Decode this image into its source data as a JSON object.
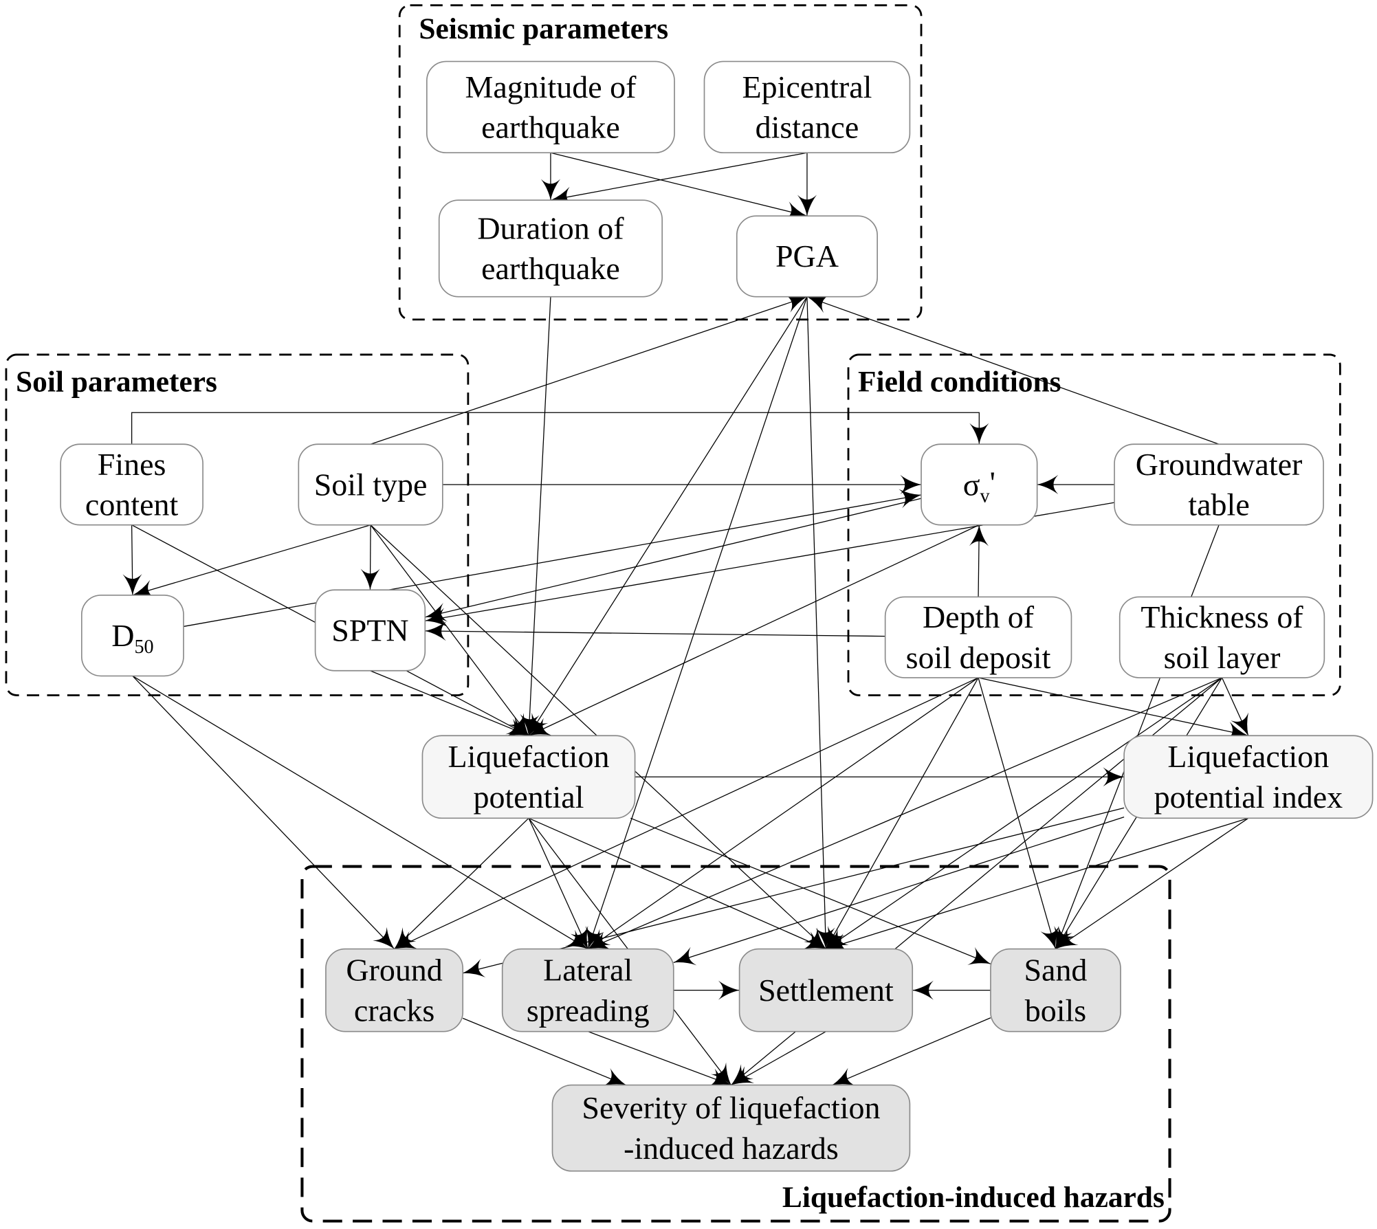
{
  "groups": [
    {
      "id": "seismic",
      "title": "Seismic parameters"
    },
    {
      "id": "soil",
      "title": "Soil parameters"
    },
    {
      "id": "field",
      "title": "Field conditions"
    },
    {
      "id": "hazards",
      "title": "Liquefaction-induced hazards"
    }
  ],
  "nodes": [
    {
      "id": "magnitude",
      "group": "seismic",
      "lines": [
        "Magnitude of",
        "earthquake"
      ],
      "style": "white"
    },
    {
      "id": "epicentral",
      "group": "seismic",
      "lines": [
        "Epicentral",
        "distance"
      ],
      "style": "white"
    },
    {
      "id": "duration",
      "group": "seismic",
      "lines": [
        "Duration of",
        "earthquake"
      ],
      "style": "white"
    },
    {
      "id": "pga",
      "group": "seismic",
      "lines": [
        "PGA"
      ],
      "style": "white"
    },
    {
      "id": "fines",
      "group": "soil",
      "lines": [
        "Fines",
        "content"
      ],
      "style": "white"
    },
    {
      "id": "soiltype",
      "group": "soil",
      "lines": [
        "Soil type"
      ],
      "style": "white"
    },
    {
      "id": "d50",
      "group": "soil",
      "lines": [
        "D"
      ],
      "sub": "50",
      "style": "white"
    },
    {
      "id": "sptn",
      "group": "soil",
      "lines": [
        "SPTN"
      ],
      "style": "white"
    },
    {
      "id": "sigma",
      "group": "field",
      "lines": [
        "σ"
      ],
      "sub": "v",
      "suffix": "'",
      "style": "white"
    },
    {
      "id": "groundwater",
      "group": "field",
      "lines": [
        "Groundwater",
        "table"
      ],
      "style": "white"
    },
    {
      "id": "depth",
      "group": "field",
      "lines": [
        "Depth of",
        "soil deposit"
      ],
      "style": "white"
    },
    {
      "id": "thickness",
      "group": "field",
      "lines": [
        "Thickness of",
        "soil layer"
      ],
      "style": "white"
    },
    {
      "id": "lp",
      "group": null,
      "lines": [
        "Liquefaction",
        "potential"
      ],
      "style": "light"
    },
    {
      "id": "lpi",
      "group": null,
      "lines": [
        "Liquefaction",
        "potential index"
      ],
      "style": "light"
    },
    {
      "id": "cracks",
      "group": "hazards",
      "lines": [
        "Ground",
        "cracks"
      ],
      "style": "grey"
    },
    {
      "id": "lateral",
      "group": "hazards",
      "lines": [
        "Lateral",
        "spreading"
      ],
      "style": "grey"
    },
    {
      "id": "settlement",
      "group": "hazards",
      "lines": [
        "Settlement"
      ],
      "style": "grey"
    },
    {
      "id": "sandboils",
      "group": "hazards",
      "lines": [
        "Sand",
        "boils"
      ],
      "style": "grey"
    },
    {
      "id": "severity",
      "group": "hazards",
      "lines": [
        "Severity of liquefaction",
        "-induced hazards"
      ],
      "style": "grey"
    }
  ],
  "edges": [
    [
      "magnitude",
      "duration"
    ],
    [
      "magnitude",
      "pga"
    ],
    [
      "epicentral",
      "duration"
    ],
    [
      "epicentral",
      "pga"
    ],
    [
      "soiltype",
      "pga"
    ],
    [
      "groundwater",
      "pga"
    ],
    [
      "fines",
      "sigma"
    ],
    [
      "fines",
      "d50"
    ],
    [
      "fines",
      "lp"
    ],
    [
      "soiltype",
      "sigma"
    ],
    [
      "soiltype",
      "sptn"
    ],
    [
      "soiltype",
      "d50"
    ],
    [
      "soiltype",
      "lp"
    ],
    [
      "soiltype",
      "settlement"
    ],
    [
      "d50",
      "sigma"
    ],
    [
      "d50",
      "cracks"
    ],
    [
      "d50",
      "lateral"
    ],
    [
      "sigma",
      "sptn"
    ],
    [
      "sigma",
      "lp"
    ],
    [
      "groundwater",
      "sigma"
    ],
    [
      "groundwater",
      "sptn"
    ],
    [
      "groundwater",
      "sandboils"
    ],
    [
      "depth",
      "sigma"
    ],
    [
      "depth",
      "sptn"
    ],
    [
      "depth",
      "lpi"
    ],
    [
      "depth",
      "cracks"
    ],
    [
      "depth",
      "lateral"
    ],
    [
      "depth",
      "settlement"
    ],
    [
      "depth",
      "sandboils"
    ],
    [
      "thickness",
      "lpi"
    ],
    [
      "thickness",
      "lateral"
    ],
    [
      "thickness",
      "settlement"
    ],
    [
      "thickness",
      "sandboils"
    ],
    [
      "thickness",
      "severity"
    ],
    [
      "duration",
      "lp"
    ],
    [
      "pga",
      "lp"
    ],
    [
      "pga",
      "lateral"
    ],
    [
      "pga",
      "settlement"
    ],
    [
      "sptn",
      "lp"
    ],
    [
      "lp",
      "lpi"
    ],
    [
      "lp",
      "cracks"
    ],
    [
      "lp",
      "lateral"
    ],
    [
      "lp",
      "settlement"
    ],
    [
      "lp",
      "sandboils"
    ],
    [
      "lp",
      "severity"
    ],
    [
      "lpi",
      "cracks"
    ],
    [
      "lpi",
      "lateral"
    ],
    [
      "lpi",
      "settlement"
    ],
    [
      "lpi",
      "sandboils"
    ],
    [
      "lateral",
      "settlement"
    ],
    [
      "sandboils",
      "settlement"
    ],
    [
      "cracks",
      "severity"
    ],
    [
      "lateral",
      "severity"
    ],
    [
      "settlement",
      "severity"
    ],
    [
      "sandboils",
      "severity"
    ]
  ]
}
